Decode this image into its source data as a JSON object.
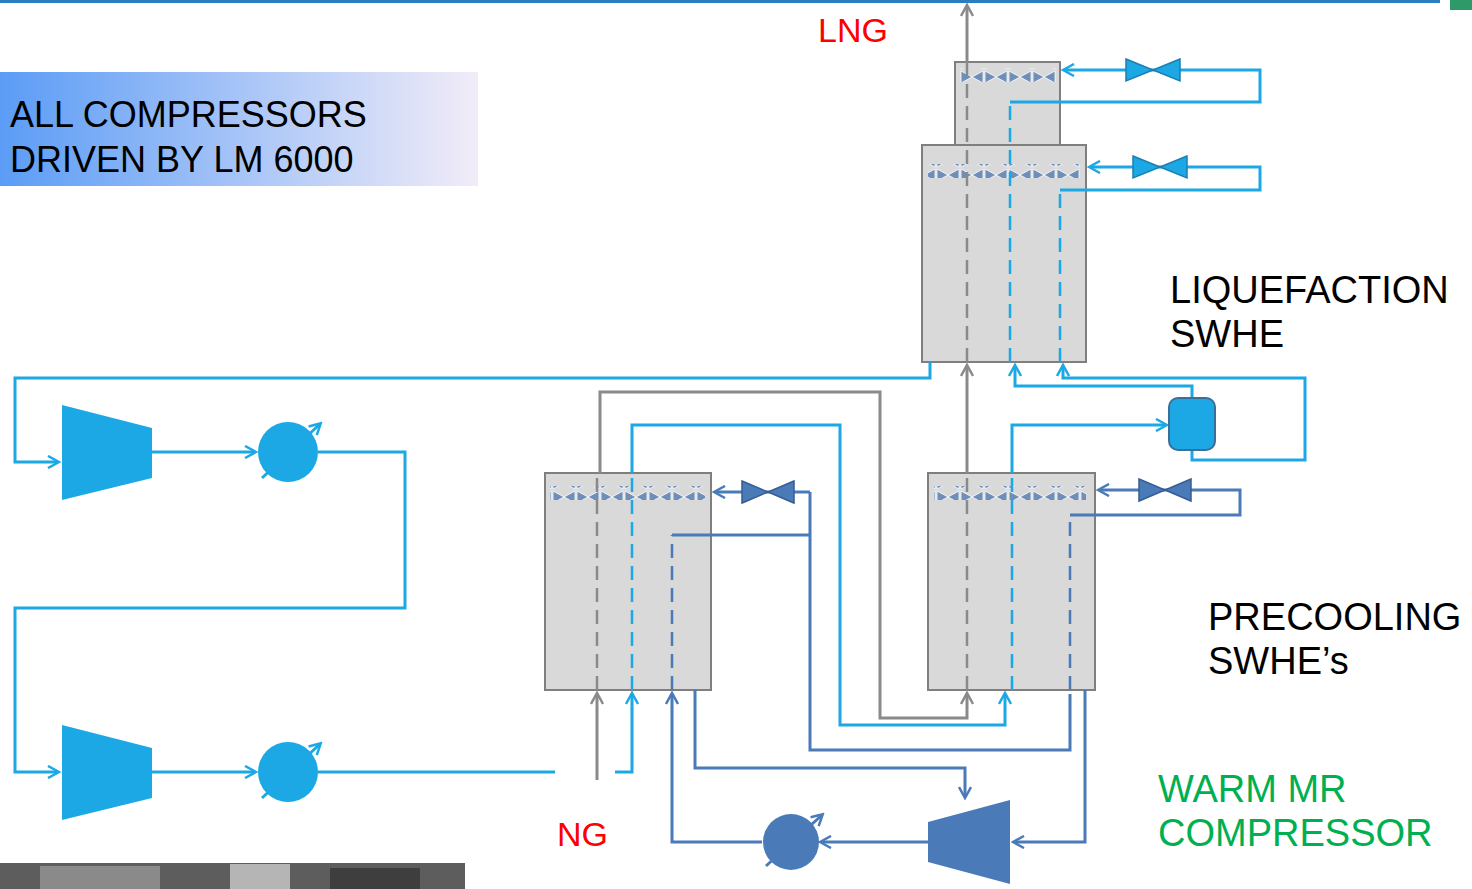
{
  "diagram": {
    "nodes": [
      {
        "text": [
          "ALL COMPRESSORS DRIVEN BY LM 6000"
        ]
      }
    ],
    "labels": [
      "LNG",
      "LIQUEFACTION SWHE",
      "PRECOOLING SWHE’s",
      "NG",
      "WARM MR COMPRESSOR"
    ]
  }
}
